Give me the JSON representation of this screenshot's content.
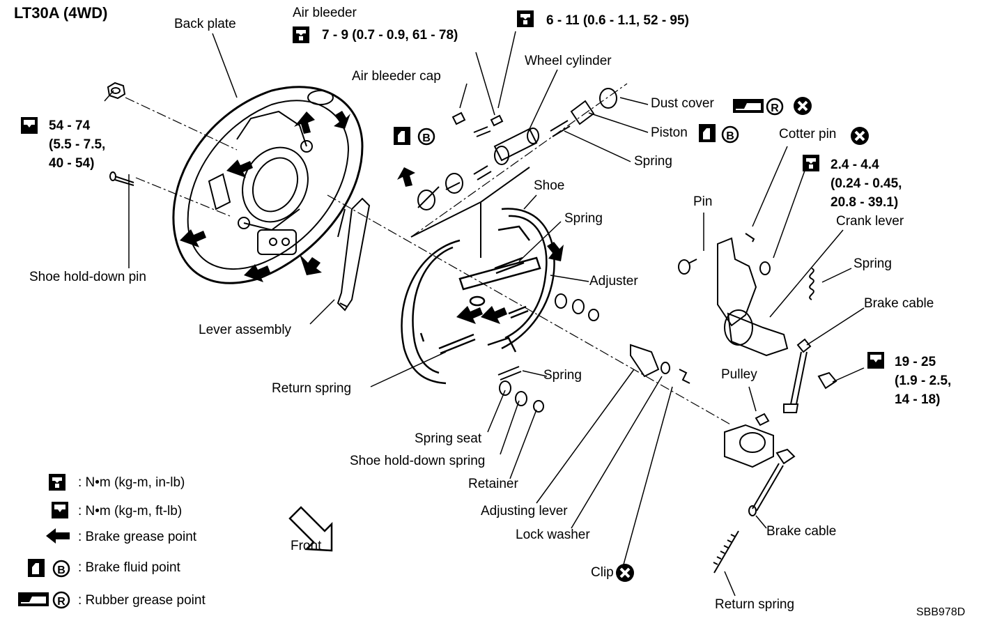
{
  "diagram_title": "LT30A (4WD)",
  "drawing_code": "SBB978D",
  "torque_specs": {
    "air_bleeder": "7 - 9 (0.7 - 0.9, 61 - 78)",
    "wheel_cylinder_bolt": "6 - 11 (0.6 - 1.1, 52 - 95)",
    "backplate_nut": [
      "54 - 74",
      "(5.5 - 7.5,",
      "40 - 54)"
    ],
    "crank_lever": [
      "2.4 - 4.4",
      "(0.24 - 0.45,",
      "20.8 - 39.1)"
    ],
    "cable_bolt": [
      "19 - 25",
      "(1.9 - 2.5,",
      "14 - 18)"
    ]
  },
  "parts": {
    "back_plate": "Back plate",
    "air_bleeder": "Air bleeder",
    "air_bleeder_cap": "Air bleeder cap",
    "wheel_cylinder": "Wheel cylinder",
    "dust_cover": "Dust cover",
    "piston": "Piston",
    "spring_cyl": "Spring",
    "cotter_pin": "Cotter pin",
    "shoe": "Shoe",
    "spring_upper": "Spring",
    "adjuster": "Adjuster",
    "pin": "Pin",
    "crank_lever": "Crank lever",
    "spring_crank": "Spring",
    "brake_cable_upper": "Brake cable",
    "shoe_holddown_pin": "Shoe hold-down pin",
    "lever_assembly": "Lever assembly",
    "return_spring_left": "Return spring",
    "spring_lower": "Spring",
    "pulley": "Pulley",
    "spring_seat": "Spring seat",
    "shoe_holddown_spring": "Shoe hold-down spring",
    "retainer": "Retainer",
    "adjusting_lever": "Adjusting lever",
    "lock_washer": "Lock washer",
    "clip": "Clip",
    "brake_cable_lower": "Brake cable",
    "return_spring_lower": "Return spring",
    "front": "Front"
  },
  "legend": [
    {
      "symbol": "torque-in-lb",
      "text": ": N•m (kg-m, in-lb)"
    },
    {
      "symbol": "torque-ft-lb",
      "text": ": N•m (kg-m, ft-lb)"
    },
    {
      "symbol": "grease-arrow",
      "text": ": Brake grease point"
    },
    {
      "symbol": "brake-fluid",
      "text": ": Brake fluid point"
    },
    {
      "symbol": "rubber-grease",
      "text": ": Rubber grease point"
    }
  ],
  "symbol_letters": {
    "brake_fluid": "B",
    "rubber_grease": "R"
  },
  "colors": {
    "ink": "#000000",
    "paper": "#ffffff"
  }
}
